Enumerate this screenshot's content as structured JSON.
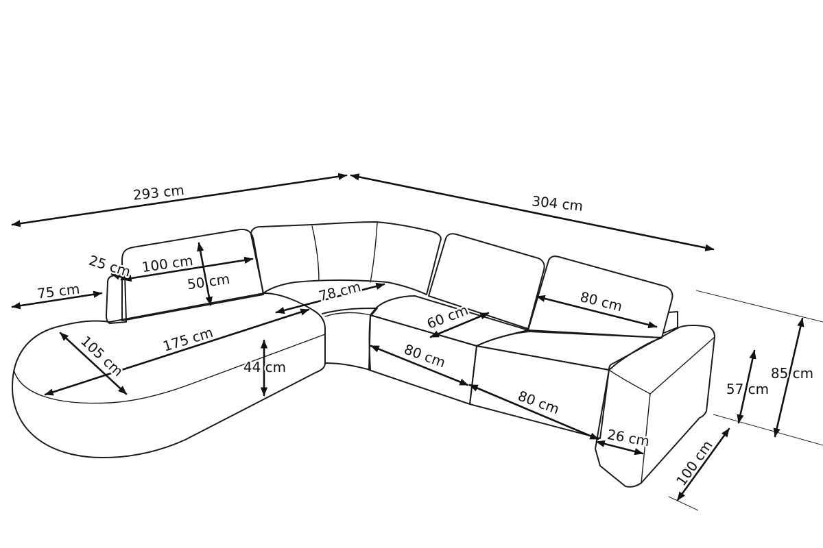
{
  "dimensions": {
    "total_width_left": "293 cm",
    "total_width_right": "304 cm",
    "left_depth": "75 cm",
    "left_armrest_width": "25 cm",
    "left_back_cushion_width": "100 cm",
    "left_back_cushion_height": "50 cm",
    "corner_seat_width": "78 cm",
    "chaise_length": "175 cm",
    "chaise_depth": "105 cm",
    "seat_height_left": "44 cm",
    "seat_depth": "60 cm",
    "right_back_cushion_width": "80 cm",
    "seat_cushion_1_width": "80 cm",
    "seat_cushion_2_width": "80 cm",
    "right_armrest_width": "26 cm",
    "seat_height_right": "57 cm",
    "overall_height": "85 cm",
    "overall_depth": "100 cm"
  }
}
